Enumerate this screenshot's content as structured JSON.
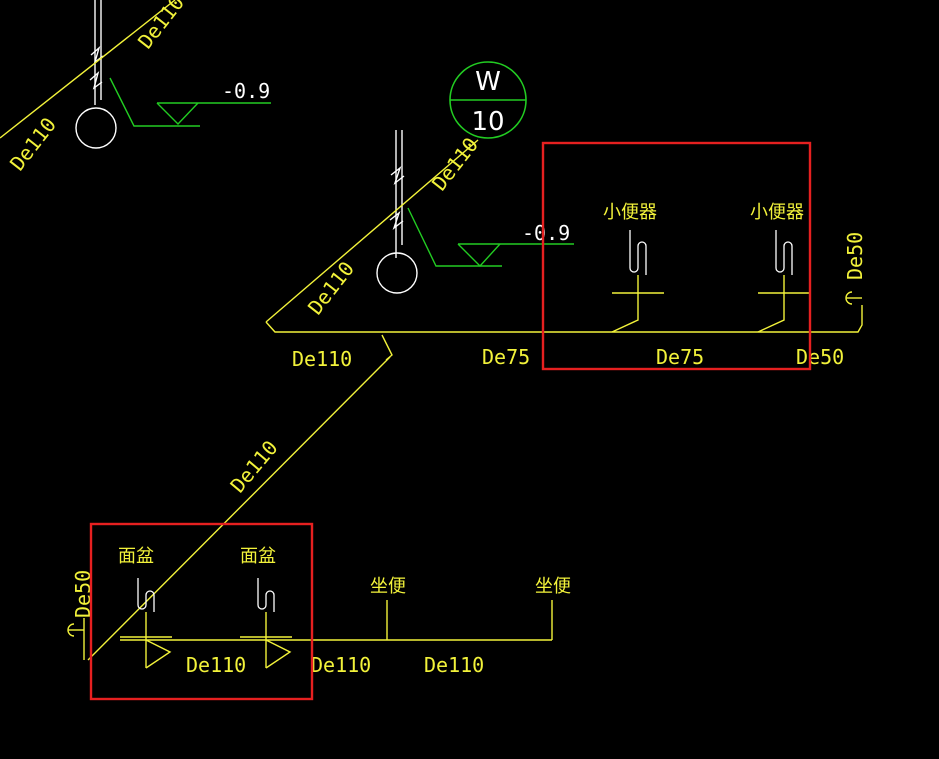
{
  "colors": {
    "background": "#000000",
    "pipe": "#f2f23a",
    "annotation": "#22cc22",
    "white": "#ffffff",
    "highlight": "#e62020"
  },
  "labels": {
    "pipe_top_left_vertical": "De110",
    "pipe_top_left_diagonal": "De110",
    "level_top_left": "-0.9",
    "marker_letter": "W",
    "marker_number": "10",
    "pipe_mid_vertical": "De110",
    "level_mid": "-0.9",
    "pipe_mid_diagonal": "De110",
    "urinal_1": "小便器",
    "urinal_2": "小便器",
    "branch_right_de50": "De50",
    "main_de110": "De110",
    "main_de75_left": "De75",
    "main_de75_right": "De75",
    "main_de50": "De50",
    "riser_diagonal": "De110",
    "basin_1": "面盆",
    "basin_2": "面盆",
    "toilet_1": "坐便",
    "toilet_2": "坐便",
    "branch_left_de50": "De50",
    "bottom_de110_1": "De110",
    "bottom_de110_2": "De110",
    "bottom_de110_3": "De110"
  }
}
